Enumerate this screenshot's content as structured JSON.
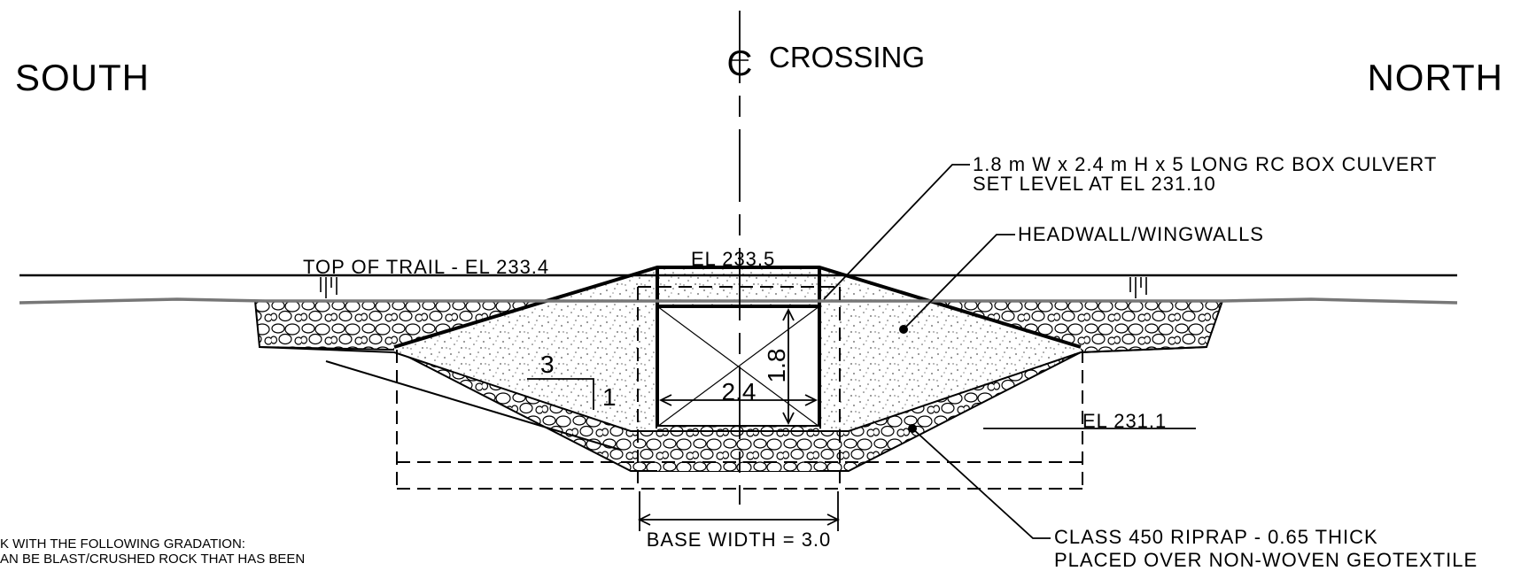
{
  "directions": {
    "south": "SOUTH",
    "north": "NORTH"
  },
  "centerline": {
    "symbol": "C",
    "label": "CROSSING"
  },
  "elevations": {
    "top_of_trail": "TOP OF TRAIL - EL 233.4",
    "crest": "EL 233.5",
    "invert": "EL 231.1"
  },
  "culvert": {
    "line1": "1.8 m W x 2.4 m H x 5 LONG RC BOX CULVERT",
    "line2": "SET LEVEL AT EL 231.10",
    "dim_height": "1.8",
    "dim_width": "2.4"
  },
  "headwall": {
    "label": "HEADWALL/WINGWALLS"
  },
  "slope": {
    "run": "3",
    "rise": "1"
  },
  "base_width": {
    "label": "BASE WIDTH = 3.0"
  },
  "riprap": {
    "line1": "CLASS 450 RIPRAP - 0.65 THICK",
    "line2": "PLACED OVER NON-WOVEN GEOTEXTILE"
  },
  "notes": {
    "line1": "K WITH THE FOLLOWING GRADATION:",
    "line2": "AN BE BLAST/CRUSHED ROCK THAT HAS BEEN"
  }
}
